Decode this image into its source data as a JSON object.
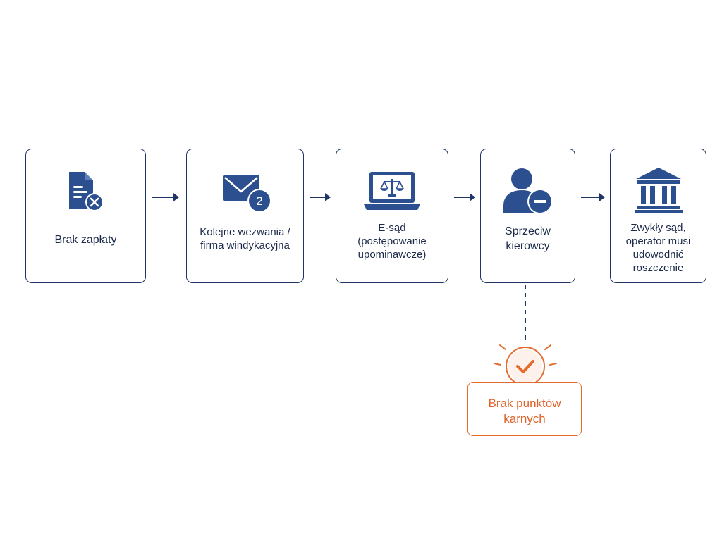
{
  "colors": {
    "primary": "#1f3566",
    "icon_fill": "#2c4f8f",
    "accent": "#e36b2e"
  },
  "steps": [
    {
      "label": "Brak zapłaty",
      "icon": "document-cancel-icon"
    },
    {
      "label": "Kolejne wezwania /\nfirma windykacyjna",
      "icon": "envelope-badge-icon",
      "badge": "2"
    },
    {
      "label": "E-sąd\n(postępowanie\nupominawcze)",
      "icon": "laptop-scales-icon"
    },
    {
      "label": "Sprzeciw\nkierowcy",
      "icon": "user-minus-icon"
    },
    {
      "label": "Zwykły sąd,\noperator musi\nudowodnić\nroszczenie",
      "icon": "courthouse-icon"
    }
  ],
  "outcome": {
    "label": "Brak punktów\nkarnych",
    "icon": "check-circle-icon"
  }
}
